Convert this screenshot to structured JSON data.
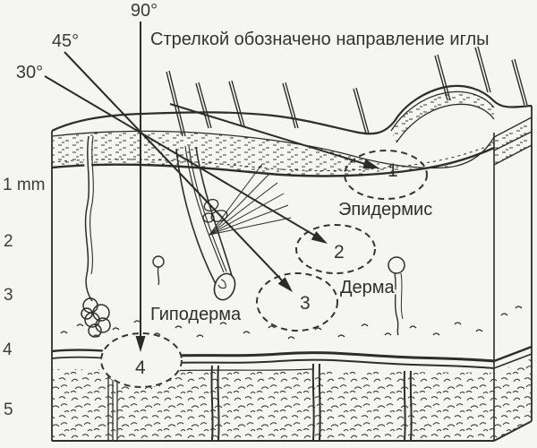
{
  "note": {
    "text": "Стрелкой обозначено направление иглы",
    "color": "#c9302c"
  },
  "needles": {
    "n90": {
      "label": "90°",
      "target_zone": "4"
    },
    "n45": {
      "label": "45°",
      "target_zone": "3"
    },
    "n30": {
      "label": "30°",
      "target_zone": "2"
    },
    "shallow": {
      "label": "",
      "target_zone": "1"
    }
  },
  "depth_ruler": {
    "unit": "1 mm",
    "marks": {
      "m2": "2",
      "m3": "3",
      "m4": "4",
      "m5": "5"
    }
  },
  "zones": {
    "z1": "1",
    "z2": "2",
    "z3": "3",
    "z4": "4"
  },
  "layers": {
    "epidermis": "Эпидермис",
    "dermis": "Дерма",
    "hypodermis": "Гиподерма"
  },
  "colors": {
    "ink": "#2d2d2d",
    "paper": "#f5f5f2",
    "note_red": "#c9302c"
  }
}
